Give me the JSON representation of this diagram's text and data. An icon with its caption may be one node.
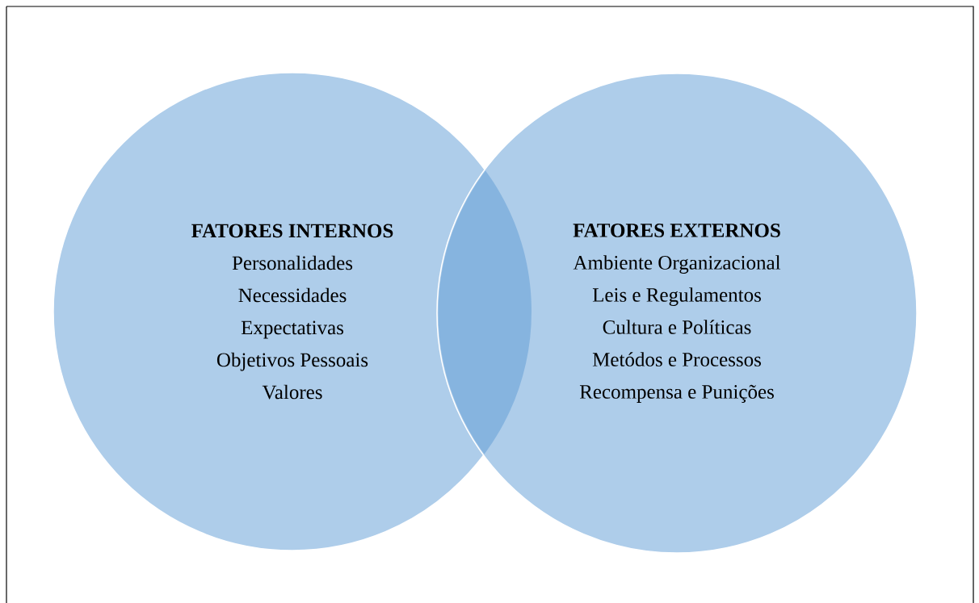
{
  "diagram": {
    "nodes": [
      {
        "text": [
          "FATORES INTERNOS",
          "Personalidades",
          "Necessidades",
          "Expectativas",
          "Objetivos Pessoais",
          "Valores"
        ]
      },
      {
        "text": [
          "FATORES EXTERNOS",
          "Ambiente Organizacional",
          "Leis e Regulamentos",
          "Cultura e Políticas",
          "Metódos e Processos",
          "Recompensa e Punições"
        ]
      }
    ]
  }
}
